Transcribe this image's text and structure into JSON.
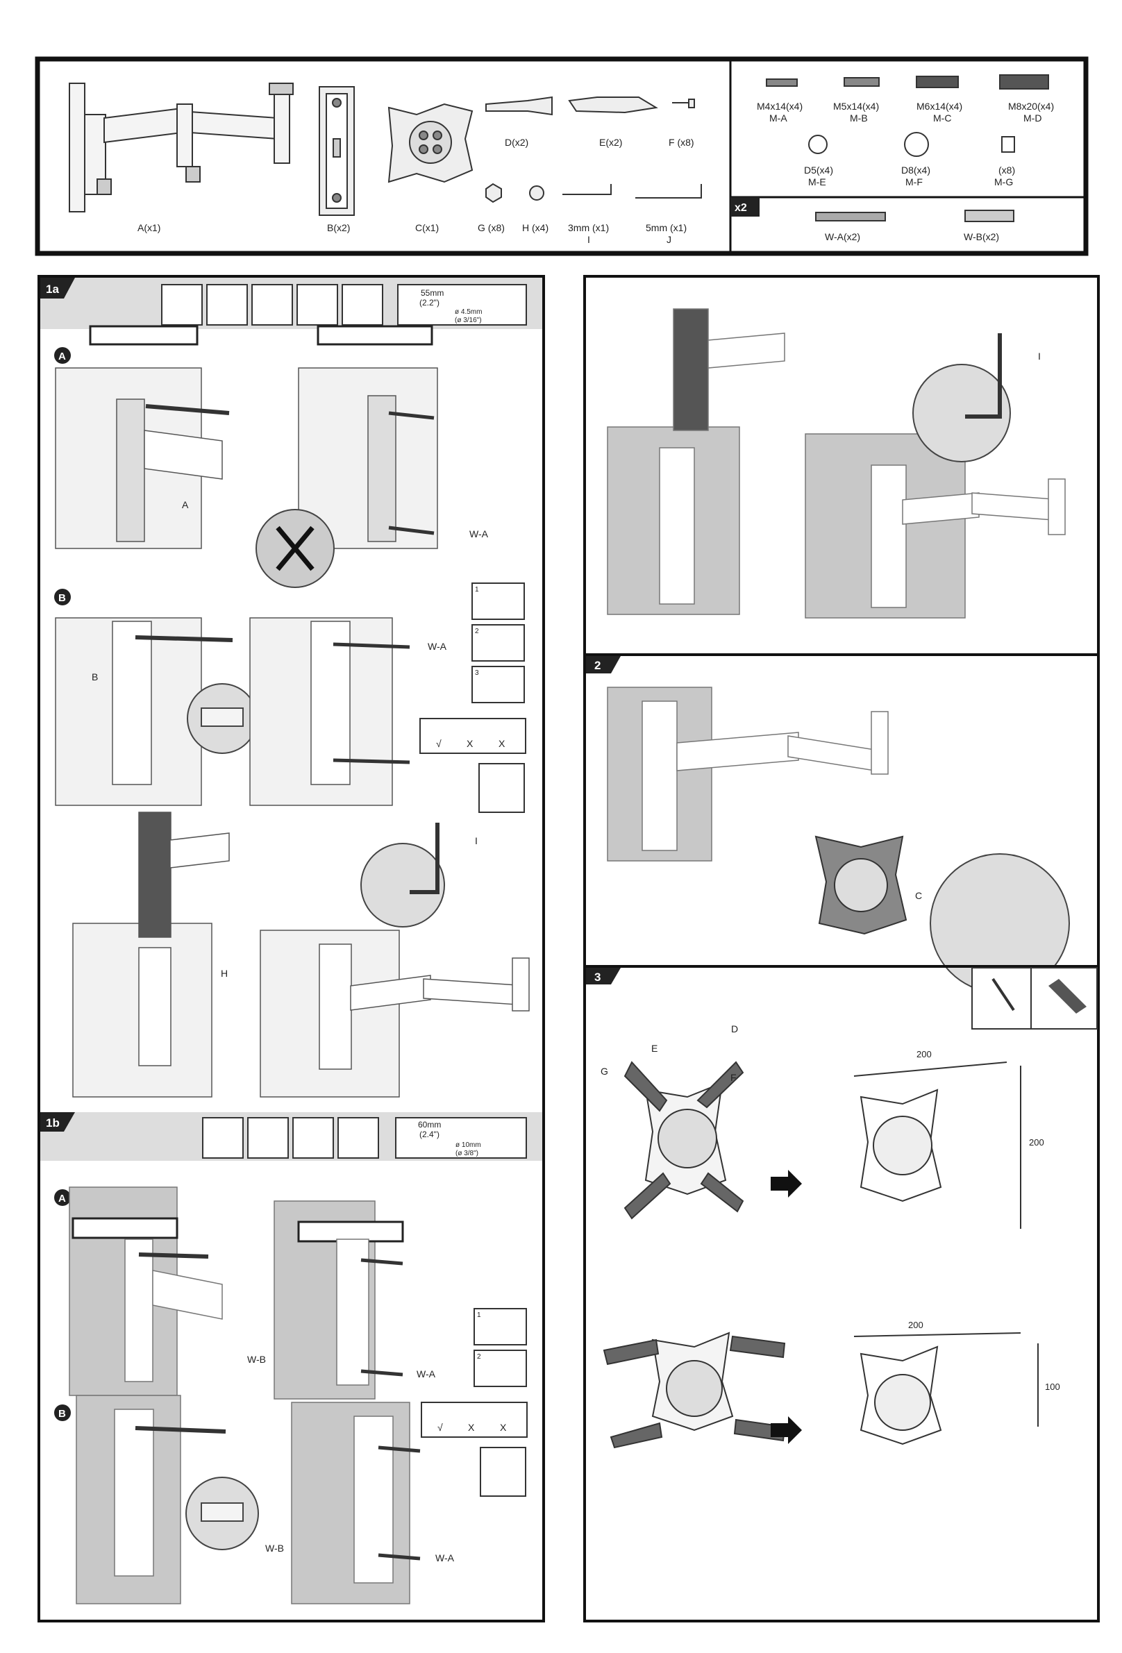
{
  "parts": {
    "items": [
      {
        "label": "A(x1)"
      },
      {
        "label": "B(x2)"
      },
      {
        "label": "C(x1)"
      },
      {
        "label": "D(x2)"
      },
      {
        "label": "E(x2)"
      },
      {
        "label": "F (x8)"
      },
      {
        "label": "G (x8)"
      },
      {
        "label": "H (x4)"
      },
      {
        "label": "3mm (x1)",
        "sub": "I"
      },
      {
        "label": "5mm (x1)",
        "sub": "J"
      }
    ]
  },
  "screws": {
    "items": [
      {
        "size": "M4x14(x4)",
        "code": "M-A"
      },
      {
        "size": "M5x14(x4)",
        "code": "M-B"
      },
      {
        "size": "M6x14(x4)",
        "code": "M-C"
      },
      {
        "size": "M8x20(x4)",
        "code": "M-D"
      },
      {
        "size": "D5(x4)",
        "code": "M-E"
      },
      {
        "size": "D8(x4)",
        "code": "M-F"
      },
      {
        "size": "(x8)",
        "code": "M-G"
      }
    ],
    "x2_badge": "x2",
    "anchors": [
      {
        "label": "W-A(x2)"
      },
      {
        "label": "W-B(x2)"
      }
    ]
  },
  "step1a": {
    "tag": "1a",
    "drill_depth": "55mm",
    "drill_depth_in": "(2.2\")",
    "drill_dia": "ø 4.5mm",
    "drill_dia_in": "(ø 3/16\")",
    "sub_a": "A",
    "sub_b": "B",
    "callout_a": "A",
    "callout_wa": "W-A",
    "callout_b": "B",
    "callout_wa2": "W-A",
    "callout_i": "I",
    "callout_h": "H",
    "check": "√",
    "cross1": "X",
    "cross2": "X",
    "step_1": "1",
    "step_2": "2",
    "step_3": "3"
  },
  "step1b": {
    "tag": "1b",
    "drill_depth": "60mm",
    "drill_depth_in": "(2.4\")",
    "drill_dia": "ø 10mm",
    "drill_dia_in": "(ø 3/8\")",
    "sub_a": "A",
    "sub_b": "B",
    "callout_wb": "W-B",
    "callout_wa": "W-A",
    "callout_wb2": "W-B",
    "callout_wa2": "W-A",
    "check": "√",
    "cross1": "X",
    "cross2": "X",
    "step_1": "1",
    "step_2": "2"
  },
  "right_top": {
    "callout_i": "I"
  },
  "step2": {
    "tag": "2",
    "callout_c": "C"
  },
  "step3": {
    "tag": "3",
    "callout_d": "D",
    "callout_e": "E",
    "callout_g": "G",
    "callout_f": "F",
    "dim1_w": "200",
    "dim1_h": "200",
    "dim2_w": "200",
    "dim2_h": "100"
  }
}
